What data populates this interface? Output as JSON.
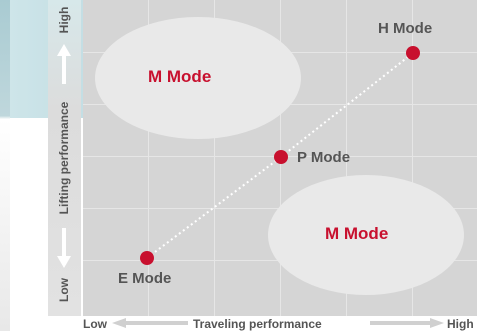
{
  "diagram": {
    "y_axis": {
      "label": "Lifting performance",
      "low": "Low",
      "high": "High"
    },
    "x_axis": {
      "label": "Traveling performance",
      "low": "Low",
      "high": "High"
    },
    "regions": [
      {
        "label": "M Mode"
      },
      {
        "label": "M Mode"
      }
    ],
    "points": [
      {
        "label": "E Mode"
      },
      {
        "label": "P Mode"
      },
      {
        "label": "H Mode"
      }
    ],
    "colors": {
      "accent": "#c8102e",
      "text": "#555555",
      "plot_bg": "#d5d5d5",
      "region_bg": "#e9e9e9"
    }
  }
}
